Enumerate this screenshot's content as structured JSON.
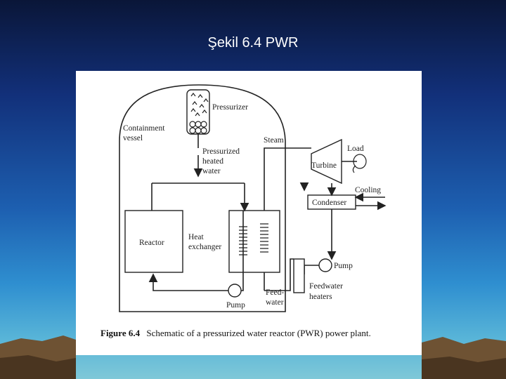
{
  "slide": {
    "title": "Şekil 6.4 PWR"
  },
  "diagram": {
    "labels": {
      "pressurizer": "Pressurizer",
      "containment_line1": "Containment",
      "containment_line2": "vessel",
      "steam": "Steam",
      "load": "Load",
      "turbine": "Turbine",
      "pressurized_line1": "Pressurized",
      "pressurized_line2": "heated",
      "pressurized_line3": "water",
      "cooling": "Cooling",
      "condenser": "Condenser",
      "reactor": "Reactor",
      "heat_exchanger_line1": "Heat",
      "heat_exchanger_line2": "exchanger",
      "pump_right": "Pump",
      "pump_bottom": "Pump",
      "feedwater_line1": "Feed-",
      "feedwater_line2": "water",
      "feedwater_heaters_line1": "Feedwater",
      "feedwater_heaters_line2": "heaters"
    },
    "caption": {
      "number": "Figure 6.4",
      "text": "Schematic of a pressurized water reactor (PWR) power plant."
    }
  }
}
